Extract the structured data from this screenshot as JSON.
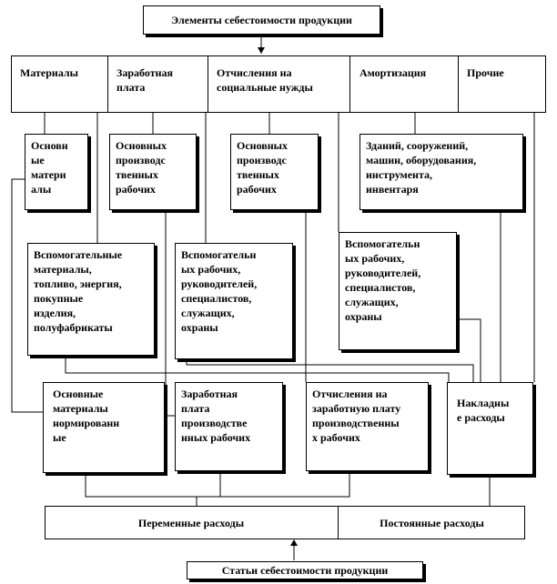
{
  "top_title": "Элементы себестоимости продукции",
  "bottom_title": "Статьи себестоимости продукции",
  "elements": {
    "materials": "Материалы",
    "wages": "Заработная\nплата",
    "social": "Отчисления на\nсоциальные нужды",
    "amortization": "Амортизация",
    "other": "Прочие"
  },
  "sub": {
    "main_materials": "Основн\nые\nматери\nалы",
    "main_workers_wage": "Основных\nпроизводс\nтвенных\nрабочих",
    "main_workers_social": "Основных\nпроизводс\nтвенных\nрабочих",
    "amort_objects": "Зданий, сооружений,\nмашин, оборудования,\nинструмента,\nинвентаря",
    "aux_materials": "Вспомогательные\nматериалы,\nтопливо, энергия,\nпокупные\nизделия,\nполуфабрикаты",
    "aux_workers_wage": "Вспомогательн\nых рабочих,\nруководителей,\nспециалистов,\nслужащих,\nохраны",
    "aux_workers_amort": "Вспомогательн\nых рабочих,\nруководителей,\nспециалистов,\nслужащих,\nохраны"
  },
  "articles": {
    "main_materials_norm": "Основные\nматериалы\nнормированн\nые",
    "wage_main_workers": "Заработная\nплата\nпроизводстве\nнных рабочих",
    "social_contrib": "Отчисления на\nзаработную плату\nпроизводственны\nх рабочих",
    "overhead": "Накладны\nе расходы"
  },
  "cost_types": {
    "variable": "Переменные расходы",
    "fixed": "Постоянные расходы"
  }
}
